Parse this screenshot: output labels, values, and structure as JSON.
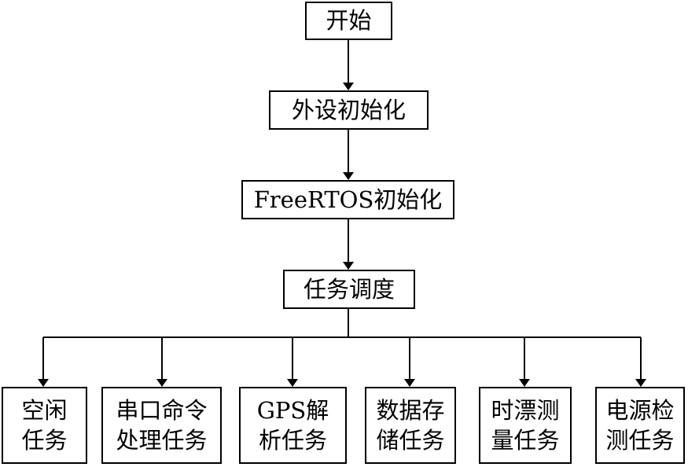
{
  "flow": {
    "start": "开始",
    "peripheral_init": "外设初始化",
    "freertos_init": "FreeRTOS初始化",
    "scheduling": "任务调度"
  },
  "tasks": [
    "空闲任务",
    "串口命令处理任务",
    "GPS解析任务",
    "数据存储任务",
    "时漂测量任务",
    "电源检测任务"
  ]
}
